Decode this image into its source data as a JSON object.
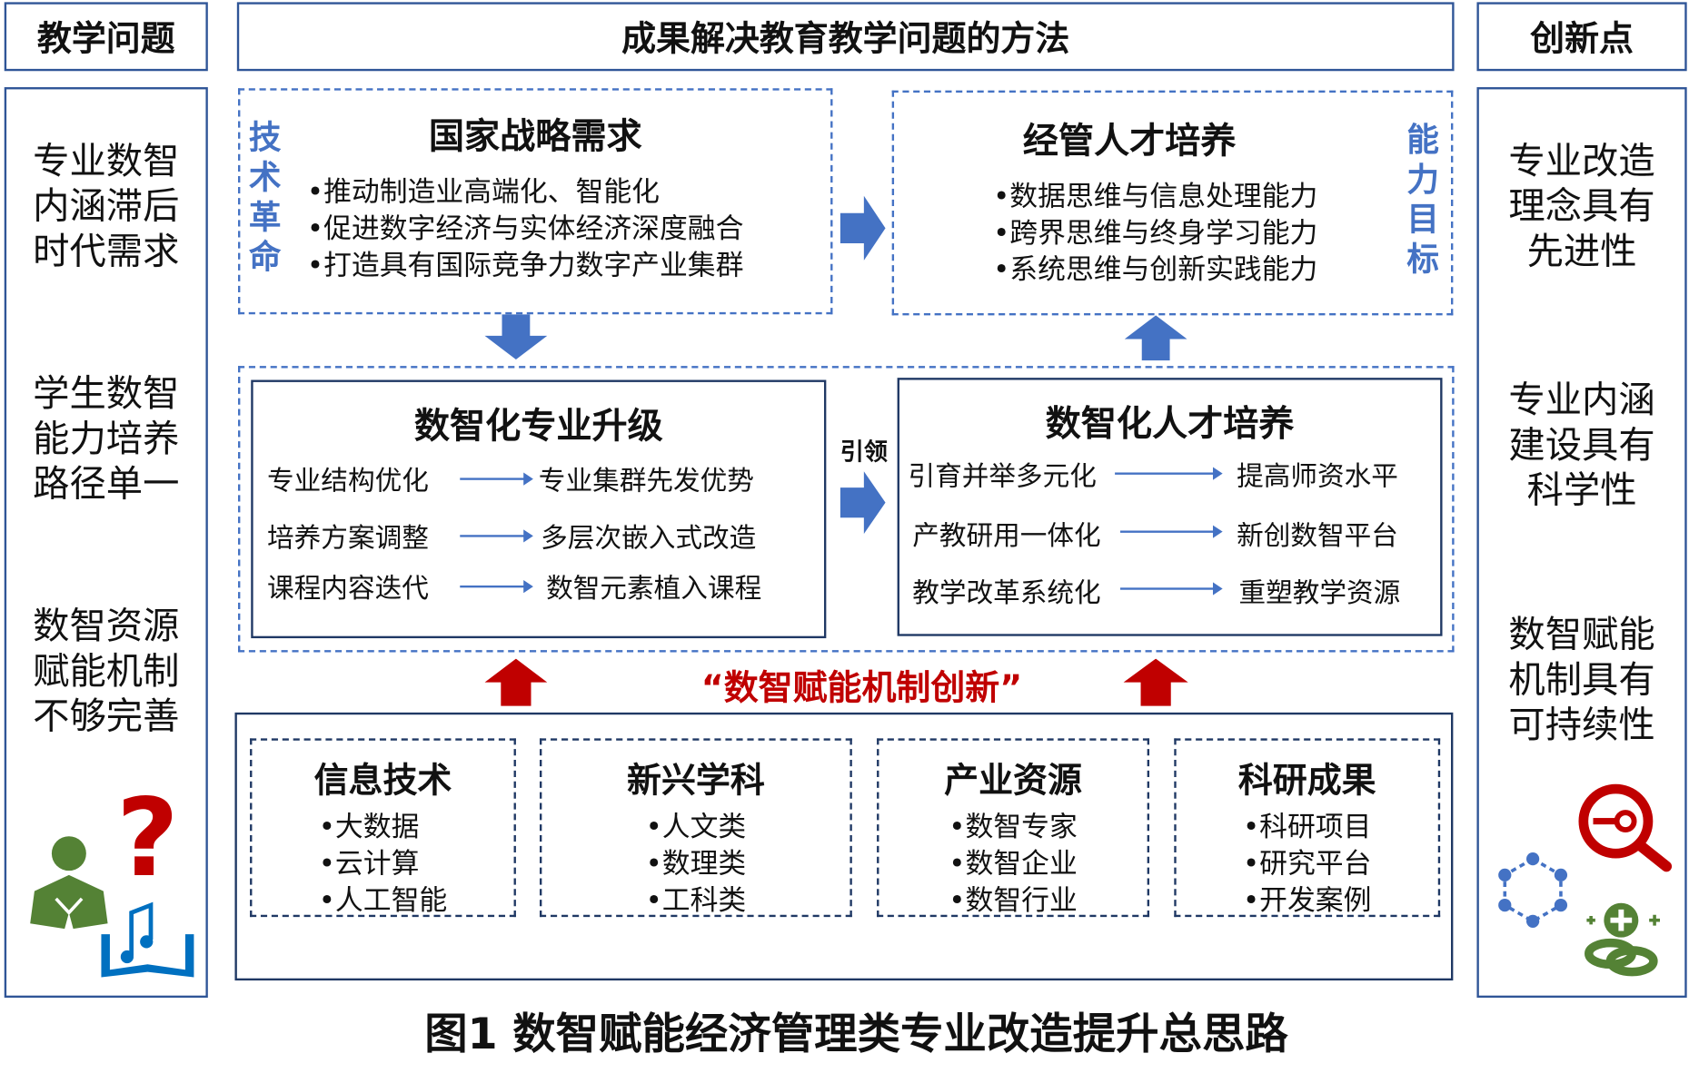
{
  "headers": {
    "left": "教学问题",
    "middle": "成果解决教育教学问题的方法",
    "right": "创新点"
  },
  "problems": [
    "专业数智\n内涵滞后\n时代需求",
    "学生数智\n能力培养\n路径单一",
    "数智资源\n赋能机制\n不够完善"
  ],
  "innovations": [
    "专业改造\n理念具有\n先进性",
    "专业内涵\n建设具有\n科学性",
    "数智赋能\n机制具有\n可持续性"
  ],
  "national": {
    "side_label": "技术革命",
    "title": "国家战略需求",
    "items": [
      "•推动制造业高端化、智能化",
      "•促进数字经济与实体经济深度融合",
      "•打造具有国际竞争力数字产业集群"
    ]
  },
  "talent": {
    "side_label": "能力目标",
    "title": "经管人才培养",
    "items": [
      "•数据思维与信息处理能力",
      "•跨界思维与终身学习能力",
      "•系统思维与创新实践能力"
    ]
  },
  "upgrade": {
    "title": "数智化专业升级",
    "rows": [
      [
        "专业结构优化",
        "专业集群先发优势"
      ],
      [
        "培养方案调整",
        "多层次嵌入式改造"
      ],
      [
        "课程内容迭代",
        "数智元素植入课程"
      ]
    ]
  },
  "lead_label": "引领",
  "cultivation": {
    "title": "数智化人才培养",
    "rows": [
      [
        "引育并举多元化",
        "提高师资水平"
      ],
      [
        "产教研用一体化",
        "新创数智平台"
      ],
      [
        "教学改革系统化",
        "重塑教学资源"
      ]
    ]
  },
  "mechanism_label": "“数智赋能机制创新”",
  "resources": [
    {
      "title": "信息技术",
      "items": [
        "•大数据",
        "•云计算",
        "•人工智能"
      ]
    },
    {
      "title": "新兴学科",
      "items": [
        "•人文类",
        "•数理类",
        "•工科类"
      ]
    },
    {
      "title": "产业资源",
      "items": [
        "•数智专家",
        "•数智企业",
        "•数智行业"
      ]
    },
    {
      "title": "科研成果",
      "items": [
        "•科研项目",
        "•研究平台",
        "•开发案例"
      ]
    }
  ],
  "caption": "图1 数智赋能经济管理类专业改造提升总思路",
  "colors": {
    "blue": "#4472c4",
    "border": "#2f5597",
    "red": "#c00000",
    "green": "#548235"
  }
}
